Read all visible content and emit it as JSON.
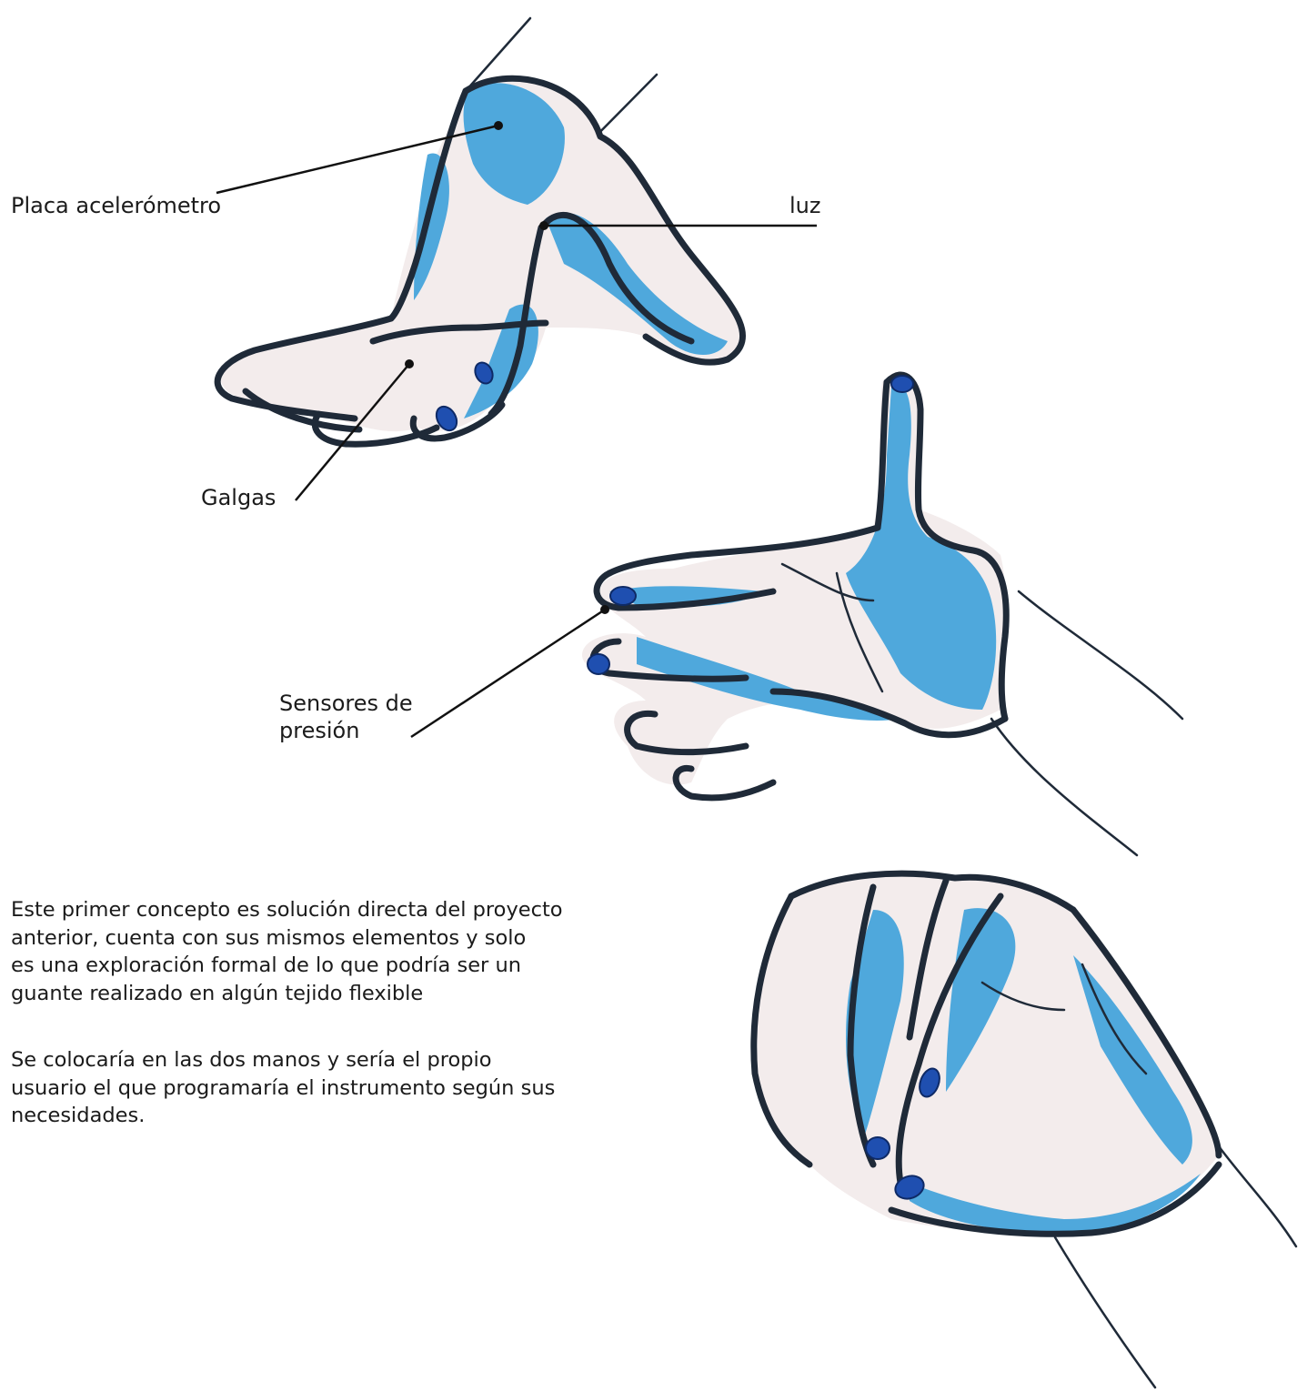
{
  "labels": {
    "accelerometer": "Placa acelerómetro",
    "light": "luz",
    "strain_gauges": "Galgas",
    "pressure_sensors": "Sensores de\npresión"
  },
  "description": {
    "paragraph_1": "Este primer concepto es solución directa del proyecto\nanterior, cuenta con sus mismos elementos y solo\nes una exploración formal de lo que podría ser un\nguante realizado en algún tejido flexible",
    "paragraph_2": "Se colocaría en las dos manos y sería el propio\nusuario el que programaría el instrumento según sus\nnecesidades."
  },
  "colors": {
    "outline": "#1f2a38",
    "glove_fill": "#f3ecec",
    "shade_blue": "#4fa8dc",
    "nail_blue": "#1f4fb0"
  }
}
